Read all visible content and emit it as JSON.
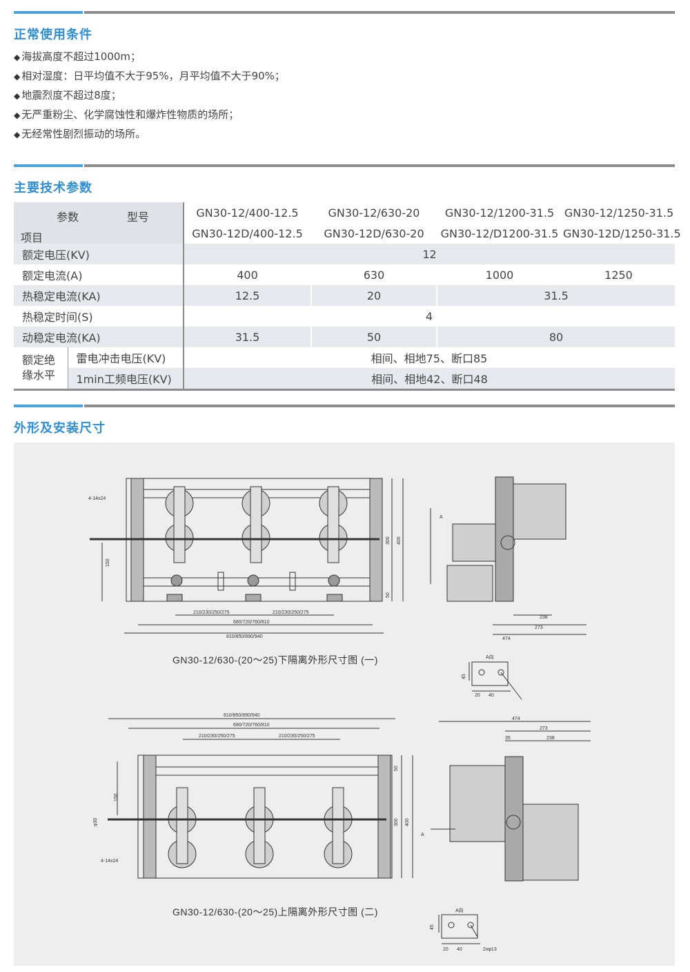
{
  "sections": {
    "conditions": {
      "title": "正常使用条件"
    },
    "params": {
      "title": "主要技术参数"
    },
    "dims": {
      "title": "外形及安装尺寸"
    }
  },
  "conditions": [
    "海拔高度不超过1000m；",
    "相对湿度：日平均值不大于95%，月平均值不大于90%；",
    "地震烈度不超过8度；",
    "无严重粉尘、化学腐蚀性和爆炸性物质的场所；",
    "无经常性剧烈振动的场所。"
  ],
  "bullet": "◆",
  "table": {
    "corner": {
      "param": "参数",
      "model": "型号",
      "item": "项目"
    },
    "models": [
      [
        "GN30-12/400-12.5",
        "GN30-12D/400-12.5"
      ],
      [
        "GN30-12/630-20",
        "GN30-12D/630-20"
      ],
      [
        "GN30-12/1200-31.5",
        "GN30-12/D1200-31.5"
      ],
      [
        "GN30-12/1250-31.5",
        "GN30-12D/1250-31.5"
      ]
    ],
    "rows": {
      "voltage": {
        "label": "额定电压(KV)",
        "value": "12"
      },
      "current": {
        "label": "额定电流(A)",
        "values": [
          "400",
          "630",
          "1000",
          "1250"
        ]
      },
      "thermal_current": {
        "label": "热稳定电流(KA)",
        "values": [
          "12.5",
          "20",
          "31.5"
        ]
      },
      "thermal_time": {
        "label": "热稳定时间(S)",
        "value": "4"
      },
      "dynamic": {
        "label": "动稳定电流(KA)",
        "values": [
          "31.5",
          "50",
          "80"
        ]
      },
      "insulation": {
        "label1": "额定绝",
        "label2": "缘水平",
        "lightning": {
          "label": "雷电冲击电压(KV)",
          "value": "相间、相地75、断口85"
        },
        "power": {
          "label": "1min工频电压(KV)",
          "value": "相间、相地42、断口48"
        }
      }
    }
  },
  "drawing1": {
    "caption": "GN30-12/630-(20～25)下隔离外形尺寸图 (一)",
    "dims": {
      "hole": "4-14x24",
      "h150": "150",
      "h300": "300",
      "h400": "400",
      "h50": "50",
      "p1": "210/230/250/275",
      "p2": "210/230/250/275",
      "w1": "680/720/760/810",
      "w2": "810/850/890/940",
      "s238": "238",
      "s273": "273",
      "s474": "474",
      "arrowA": "A",
      "viewA": "A向",
      "v45": "45",
      "v20": "20",
      "v40": "40"
    }
  },
  "drawing2": {
    "caption": "GN30-12/630-(20～25)上隔离外形尺寸图 (二)",
    "dims": {
      "w2": "810/850/890/940",
      "w1": "680/720/760/810",
      "p1": "210/230/250/275",
      "p2": "210/230/250/275",
      "h150": "150",
      "phi30": "φ30",
      "hole": "4-14x24",
      "h50": "50",
      "h300": "300",
      "h400": "400",
      "s474": "474",
      "s273": "273",
      "s35": "35",
      "s238": "238",
      "arrowA": "A",
      "viewA": "A向",
      "v45": "45",
      "v20": "20",
      "v40": "40",
      "holes": "2xφ13"
    }
  }
}
